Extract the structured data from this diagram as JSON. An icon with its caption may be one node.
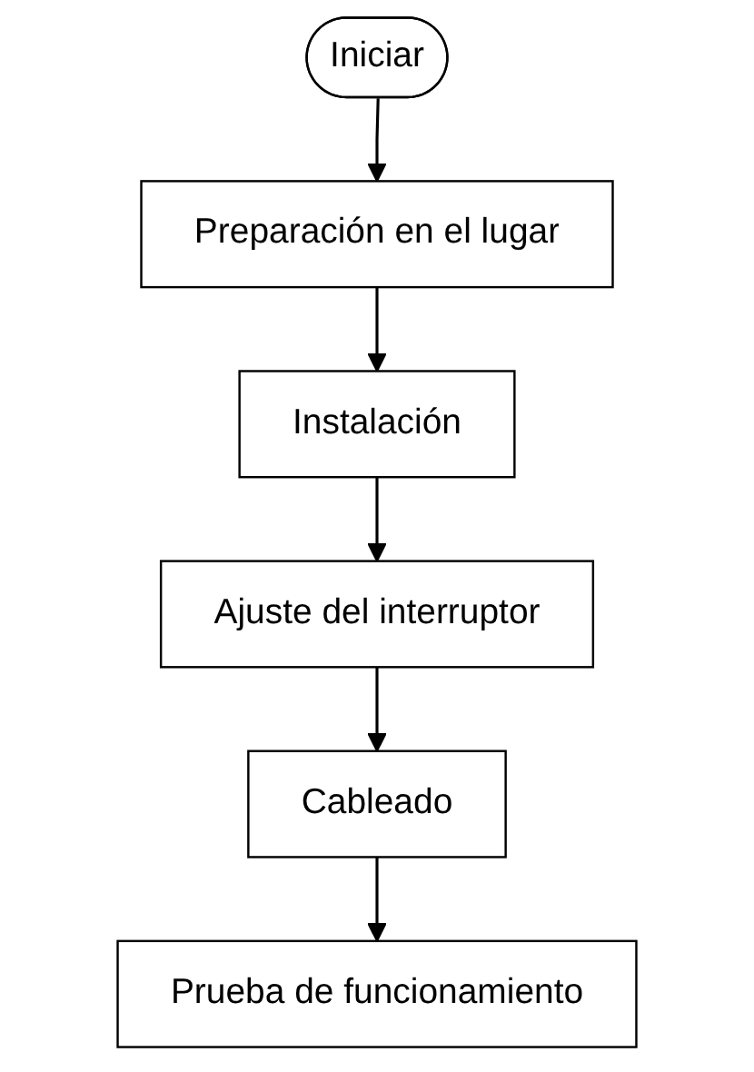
{
  "diagram": {
    "nodes": [
      {
        "text": [
          "Iniciar"
        ]
      },
      {
        "text": [
          "Preparación en el lugar"
        ]
      },
      {
        "text": [
          "Instalación"
        ]
      },
      {
        "text": [
          "Ajuste del interruptor"
        ]
      },
      {
        "text": [
          "Cableado"
        ]
      },
      {
        "text": [
          "Prueba de funcionamiento"
        ]
      }
    ],
    "edges": [
      {
        "from": 0,
        "to": 1,
        "arrow": "to"
      },
      {
        "from": 1,
        "to": 2,
        "arrow": "to"
      },
      {
        "from": 2,
        "to": 3,
        "arrow": "to"
      },
      {
        "from": 3,
        "to": 4,
        "arrow": "to"
      },
      {
        "from": 4,
        "to": 5,
        "arrow": "to"
      }
    ]
  }
}
